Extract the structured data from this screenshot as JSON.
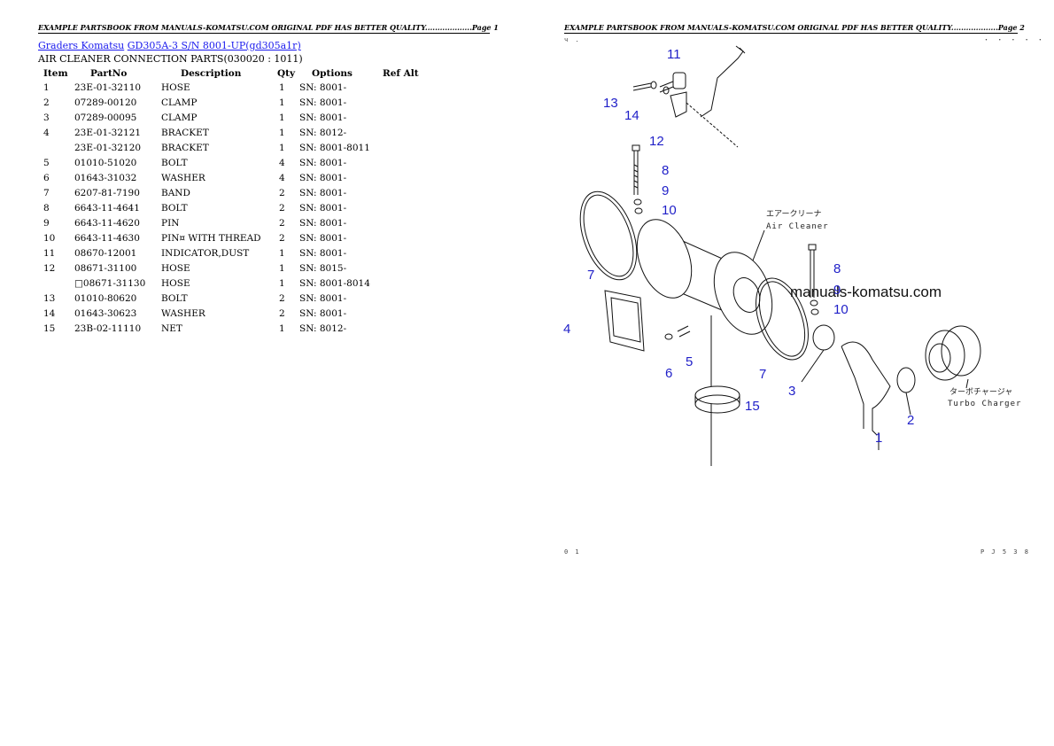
{
  "page1": {
    "header": "EXAMPLE PARTSBOOK FROM MANUALS-KOMATSU.COM ORIGINAL PDF HAS BETTER QUALITY...................Page 1",
    "breadcrumb": {
      "link1": "Graders Komatsu",
      "link2": "GD305A-3 S/N 8001-UP(gd305a1r)"
    },
    "section_title": "AIR CLEANER CONNECTION PARTS(030020 : 1011)",
    "columns": {
      "item": "Item",
      "partno": "PartNo",
      "description": "Description",
      "qty": "Qty",
      "options": "Options",
      "ref_alt": "Ref Alt"
    },
    "rows": [
      {
        "item": "1",
        "partno": "23E-01-32110",
        "description": "HOSE",
        "qty": "1",
        "options": "SN: 8001-"
      },
      {
        "item": "2",
        "partno": "07289-00120",
        "description": "CLAMP",
        "qty": "1",
        "options": "SN: 8001-"
      },
      {
        "item": "3",
        "partno": "07289-00095",
        "description": "CLAMP",
        "qty": "1",
        "options": "SN: 8001-"
      },
      {
        "item": "4",
        "partno": "23E-01-32121",
        "description": "BRACKET",
        "qty": "1",
        "options": "SN: 8012-"
      },
      {
        "item": "",
        "partno": "23E-01-32120",
        "description": "BRACKET",
        "qty": "1",
        "options": "SN: 8001-8011"
      },
      {
        "item": "5",
        "partno": "01010-51020",
        "description": "BOLT",
        "qty": "4",
        "options": "SN: 8001-"
      },
      {
        "item": "6",
        "partno": "01643-31032",
        "description": "WASHER",
        "qty": "4",
        "options": "SN: 8001-"
      },
      {
        "item": "7",
        "partno": "6207-81-7190",
        "description": "BAND",
        "qty": "2",
        "options": "SN: 8001-"
      },
      {
        "item": "8",
        "partno": "6643-11-4641",
        "description": "BOLT",
        "qty": "2",
        "options": "SN: 8001-"
      },
      {
        "item": "9",
        "partno": "6643-11-4620",
        "description": "PIN",
        "qty": "2",
        "options": "SN: 8001-"
      },
      {
        "item": "10",
        "partno": "6643-11-4630",
        "description": "PIN¤ WITH THREAD",
        "qty": "2",
        "options": "SN: 8001-"
      },
      {
        "item": "11",
        "partno": "08670-12001",
        "description": "INDICATOR,DUST",
        "qty": "1",
        "options": "SN: 8001-"
      },
      {
        "item": "12",
        "partno": "08671-31100",
        "description": "HOSE",
        "qty": "1",
        "options": "SN: 8015-"
      },
      {
        "item": "",
        "partno": "□08671-31130",
        "description": "HOSE",
        "qty": "1",
        "options": "SN: 8001-8014"
      },
      {
        "item": "13",
        "partno": "01010-80620",
        "description": "BOLT",
        "qty": "2",
        "options": "SN: 8001-"
      },
      {
        "item": "14",
        "partno": "01643-30623",
        "description": "WASHER",
        "qty": "2",
        "options": "SN: 8001-"
      },
      {
        "item": "15",
        "partno": "23B-02-11110",
        "description": "NET",
        "qty": "1",
        "options": "SN: 8012-"
      }
    ]
  },
  "page2": {
    "header": "EXAMPLE PARTSBOOK FROM MANUALS-KOMATSU.COM ORIGINAL PDF HAS BETTER QUALITY...................Page 2",
    "corner_top_left": "ч .",
    "corner_top_right": "・ ・ ・ ・ ・",
    "corner_bottom_left": "0 1",
    "corner_bottom_right": "P J 5 3 8",
    "watermark": "manuals-komatsu.com",
    "labels": {
      "air_cleaner_jp": "エアークリーナ",
      "air_cleaner_en": "Air Cleaner",
      "turbo_jp": "ターボチャージャ",
      "turbo_en": "Turbo Charger"
    },
    "callouts": [
      "1",
      "2",
      "3",
      "4",
      "5",
      "6",
      "7",
      "7",
      "8",
      "8",
      "9",
      "9",
      "10",
      "10",
      "11",
      "12",
      "13",
      "14",
      "15"
    ]
  }
}
